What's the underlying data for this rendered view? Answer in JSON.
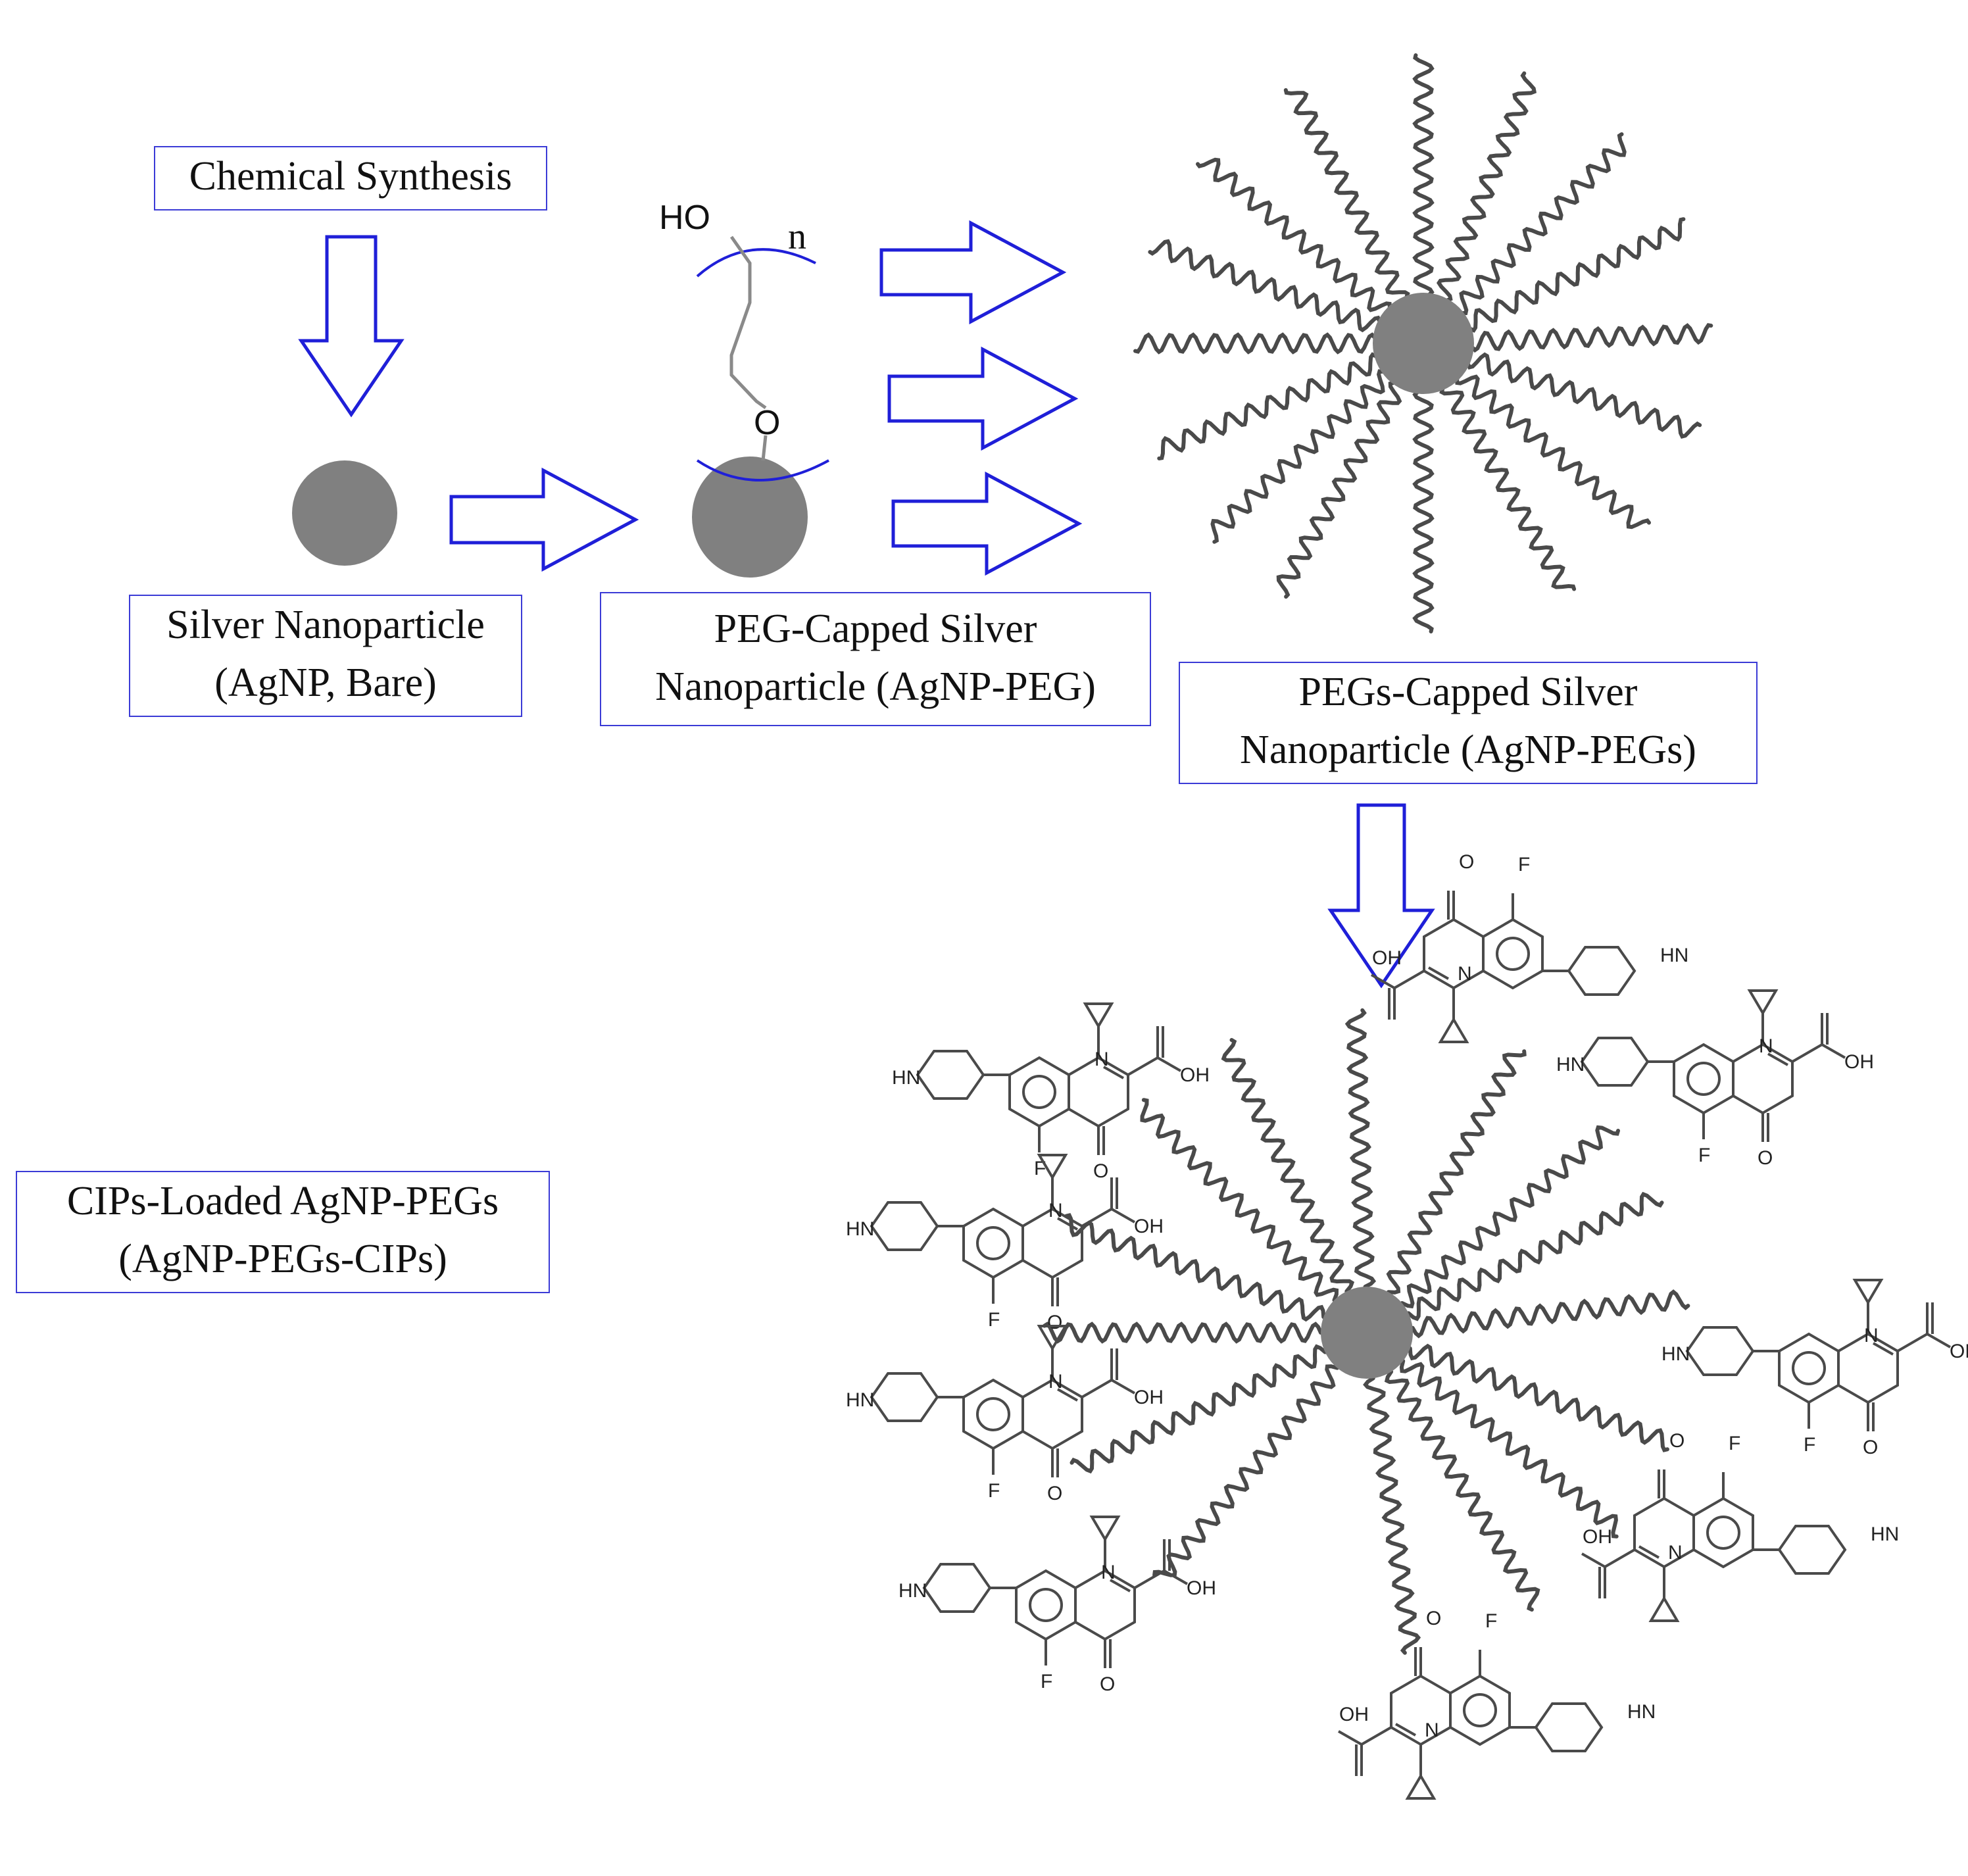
{
  "labels": {
    "chemical_synthesis": "Chemical Synthesis",
    "bare": [
      "Silver Nanoparticle",
      "(AgNP, Bare)"
    ],
    "peg_capped": [
      "PEG-Capped Silver",
      "Nanoparticle (AgNP-PEG)"
    ],
    "pegs_capped": [
      "PEGs-Capped Silver",
      "Nanoparticle (AgNP-PEGs)"
    ],
    "cips_loaded": [
      "CIPs-Loaded AgNP-PEGs",
      "(AgNP-PEGs-CIPs)"
    ]
  },
  "peg_monomer": {
    "hydroxyl": "HO",
    "repeat": "n",
    "oxygen": "O"
  },
  "cip_atoms": {
    "nitrogen": "N",
    "fluorine": "F",
    "amine": "HN",
    "oxo": "O",
    "acid": "OH"
  },
  "colors": {
    "arrow": "#1f1fd8",
    "particle": "#808080",
    "chain": "#4a4a4a",
    "box": "#3b3bd6"
  }
}
